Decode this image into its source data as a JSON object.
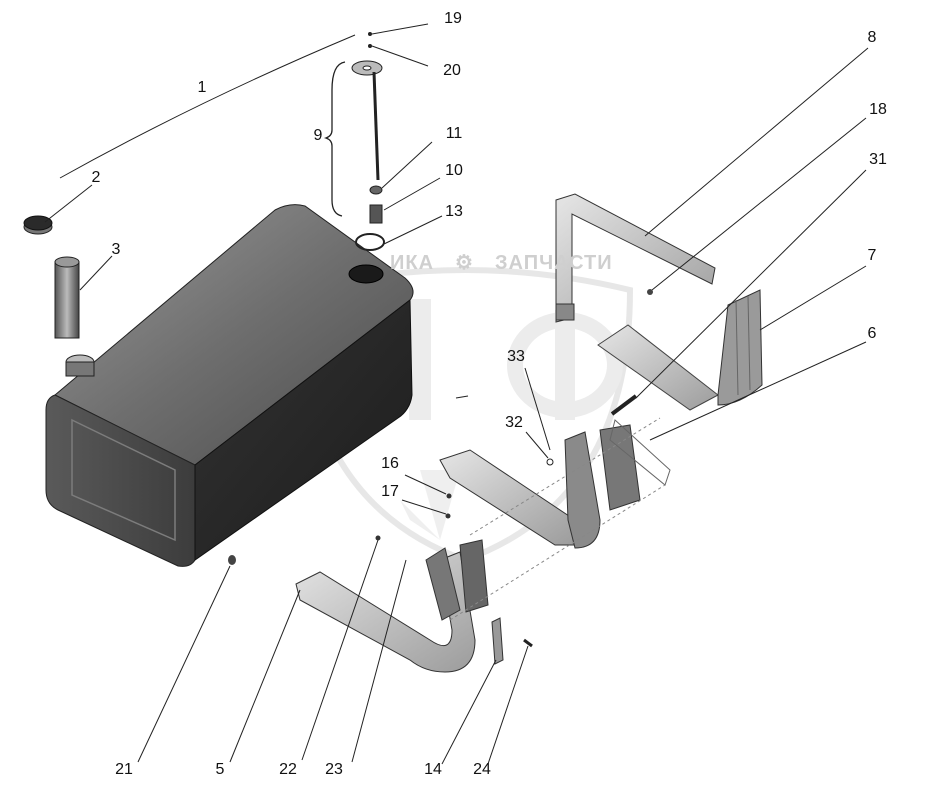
{
  "watermark": {
    "text_left": "ИКА",
    "text_right": "ЗАПЧАСТИ",
    "emblem": "ПФ",
    "gear_icon": "gear-icon"
  },
  "callouts": {
    "c1": "1",
    "c2": "2",
    "c3": "3",
    "c5": "5",
    "c6": "6",
    "c7": "7",
    "c8": "8",
    "c9": "9",
    "c10": "10",
    "c11": "11",
    "c13": "13",
    "c14": "14",
    "c16": "16",
    "c17": "17",
    "c18": "18",
    "c19": "19",
    "c20": "20",
    "c21": "21",
    "c22": "22",
    "c23": "23",
    "c24": "24",
    "c31": "31",
    "c32": "32",
    "c33": "33"
  }
}
